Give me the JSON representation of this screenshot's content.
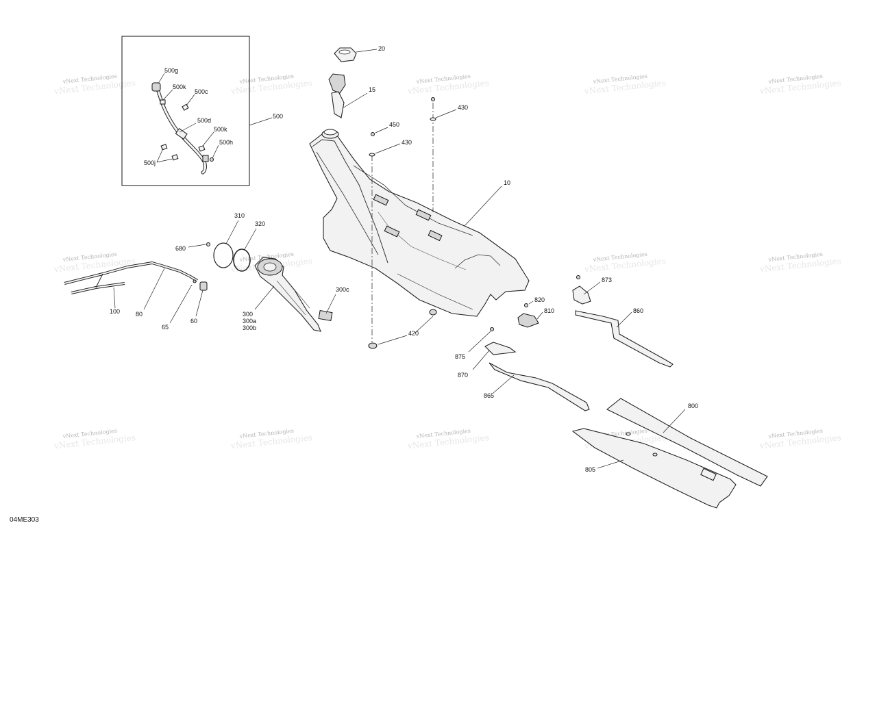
{
  "diagram": {
    "code": "04ME303",
    "watermark_text": "vNext Technologies",
    "labels": {
      "l10": "10",
      "l15": "15",
      "l20": "20",
      "l430a": "430",
      "l430b": "430",
      "l450": "450",
      "l500": "500",
      "l500g": "500g",
      "l500k1": "500k",
      "l500c": "500c",
      "l500d": "500d",
      "l500k2": "500k",
      "l500h": "500h",
      "l500j": "500j",
      "l310": "310",
      "l320": "320",
      "l680": "680",
      "l100": "100",
      "l80": "80",
      "l65": "65",
      "l60": "60",
      "l300": "300",
      "l300a": "300a",
      "l300b": "300b",
      "l300c": "300c",
      "l420": "420",
      "l873": "873",
      "l860": "860",
      "l820": "820",
      "l810": "810",
      "l875": "875",
      "l870": "870",
      "l865": "865",
      "l800": "800",
      "l805": "805"
    }
  }
}
